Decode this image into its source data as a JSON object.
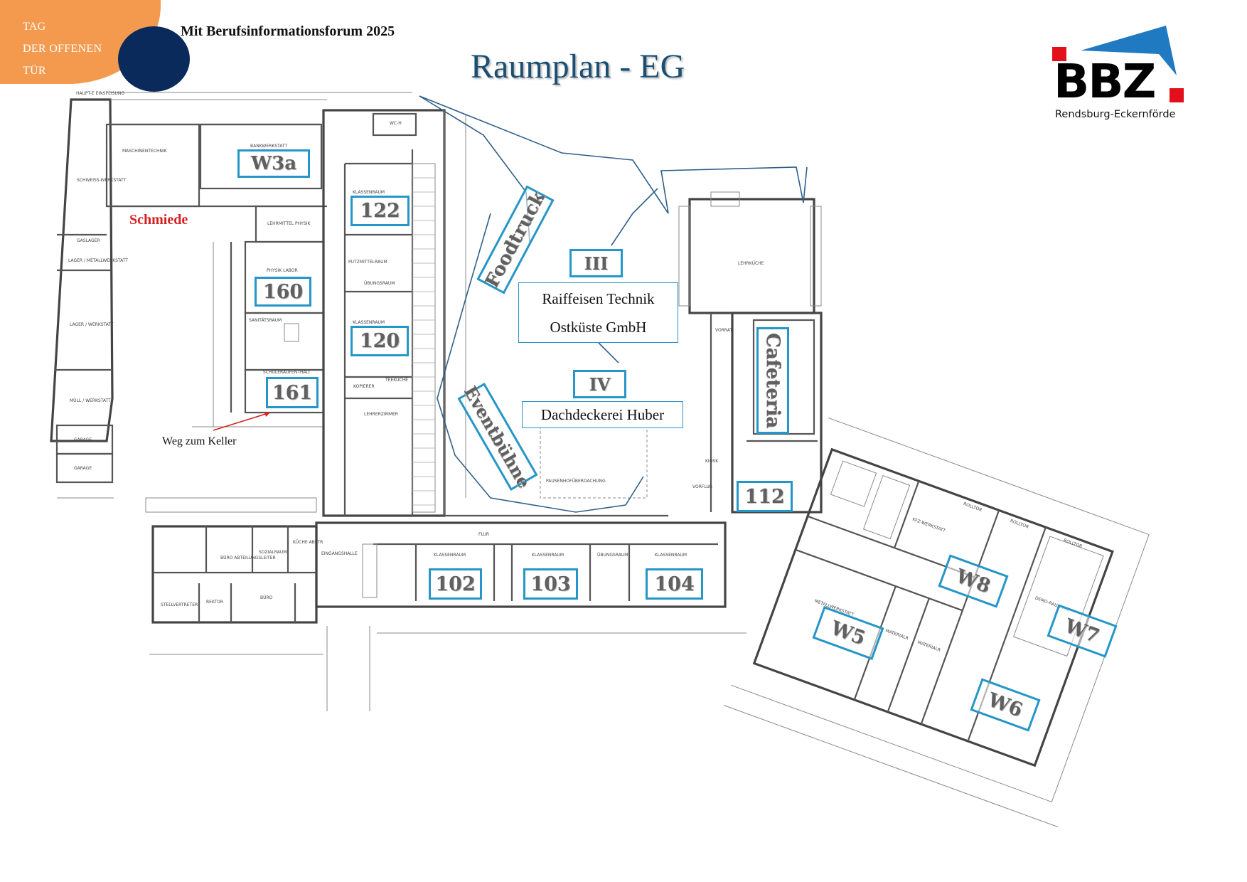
{
  "badge": {
    "line1": "TAG",
    "line2": "DER OFFENEN",
    "line3": "TÜR"
  },
  "subtitle": "Mit Berufsinformationsforum 2025",
  "title": "Raumplan - EG",
  "logo": {
    "text": "BBZ",
    "subtext": "Rendsburg-Eckernförde",
    "colors": {
      "red": "#e3101b",
      "blue": "#1f7ac2"
    }
  },
  "rooms": {
    "w3a": "W3a",
    "r122": "122",
    "r120": "120",
    "r160": "160",
    "r161": "161",
    "r102": "102",
    "r103": "103",
    "r104": "104",
    "r112": "112",
    "w5": "W5",
    "w6": "W6",
    "w7": "W7",
    "w8": "W8"
  },
  "areas": {
    "foodtruck": "Foodtruck",
    "eventbuehne": "Eventbühne",
    "cafeteria": "Cafeteria",
    "zone3": "III",
    "zone4": "IV"
  },
  "exhibitors": {
    "zone3_line1": "Raiffeisen Technik",
    "zone3_line2": "Ostküste GmbH",
    "zone4": "Dachdeckerei Huber"
  },
  "annotations": {
    "schmiede": "Schmiede",
    "keller": "Weg zum Keller"
  },
  "plan_labels": {
    "maschinentechnik": "MASCHINENTECHNIK",
    "bankwerkstatt": "BANKWERKSTATT",
    "schweiss": "SCHWEISS-WERKSTATT",
    "gaslager": "GASLAGER",
    "lager_metall": "LAGER / METALLWERKSTATT",
    "lager_werkstatt": "LAGER / WERKSTATT",
    "muell": "MÜLL / WERKSTATT",
    "garage1": "GARAGE",
    "garage2": "GARAGE",
    "lehrmittel": "LEHRMITTEL PHYSIK",
    "physik_labor": "PHYSIK LABOR",
    "sanitaet": "SANITÄTSRAUM",
    "schueler": "SCHÜLERAUFENTHALT",
    "klassenraum_a": "KLASSENRAUM",
    "klassenraum_b": "KLASSENRAUM",
    "putzmittel": "PUTZMITTELRAUM",
    "uebung": "ÜBUNGSRAUM",
    "kopierer": "KOPIERER",
    "teekueche": "TEEKÜCHE",
    "lehrerzimmer": "LEHRERZIMMER",
    "pausenhof": "PAUSENHOFÜBERDACHUNG",
    "lehrkueche": "LEHRKÜCHE",
    "vorrat": "VORRAT",
    "kiosk": "KIOSK",
    "vorflur": "VORFLUR",
    "flur": "FLUR",
    "eingangshalle": "EINGANGSHALLE",
    "buero_abt": "BÜRO ABTEILUNGSLEITER",
    "sozialraum": "SOZIALRAUM",
    "kueche_abstr": "KÜCHE ABSTR",
    "stellvertreter": "STELLVERTRETER",
    "rektor": "REKTOR",
    "buero": "BÜRO",
    "metallwerkstatt": "METALLWERKSTATT",
    "materialr1": "MATERIALR",
    "materialr2": "MATERIALR",
    "kfz": "KFZ-WERKSTATT",
    "rolltor1": "ROLLTOR",
    "rolltor2": "ROLLTOR",
    "rolltor3": "ROLLTOR",
    "demo": "DEMO-RAUM KFZ",
    "haupt": "HAUPT-E EINSPEISUNG",
    "wc": "WC-H"
  }
}
